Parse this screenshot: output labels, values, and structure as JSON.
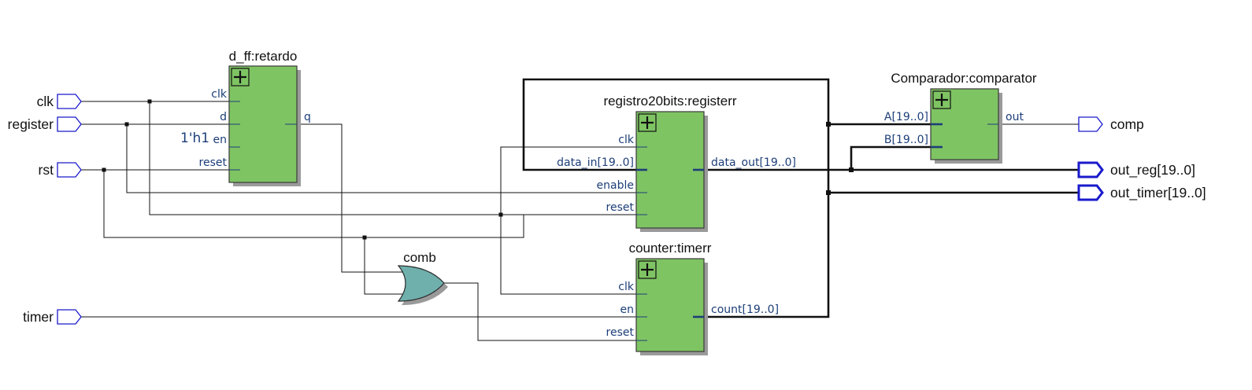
{
  "inputs": {
    "clk": "clk",
    "register": "register",
    "rst": "rst",
    "timer": "timer"
  },
  "outputs": {
    "comp": "comp",
    "out_reg": "out_reg[19..0]",
    "out_timer": "out_timer[19..0]"
  },
  "blocks": {
    "d_ff": {
      "title": "d_ff:retardo",
      "pins": {
        "clk": "clk",
        "d": "d",
        "en": "en",
        "reset": "reset",
        "q": "q"
      },
      "const_en": "1'h1"
    },
    "registro": {
      "title": "registro20bits:registerr",
      "pins": {
        "clk": "clk",
        "data_in": "data_in[19..0]",
        "enable": "enable",
        "reset": "reset",
        "data_out": "data_out[19..0]"
      }
    },
    "counter": {
      "title": "counter:timerr",
      "pins": {
        "clk": "clk",
        "en": "en",
        "reset": "reset",
        "count": "count[19..0]"
      }
    },
    "comparador": {
      "title": "Comparador:comparator",
      "pins": {
        "a": "A[19..0]",
        "b": "B[19..0]",
        "out": "out"
      }
    }
  },
  "gate": {
    "label": "comb"
  },
  "colors": {
    "block_fill": "#7fc463",
    "gate_fill": "#6fb0ad",
    "pin_text": "#1d3e78",
    "port_outline": "#1a1acc"
  }
}
